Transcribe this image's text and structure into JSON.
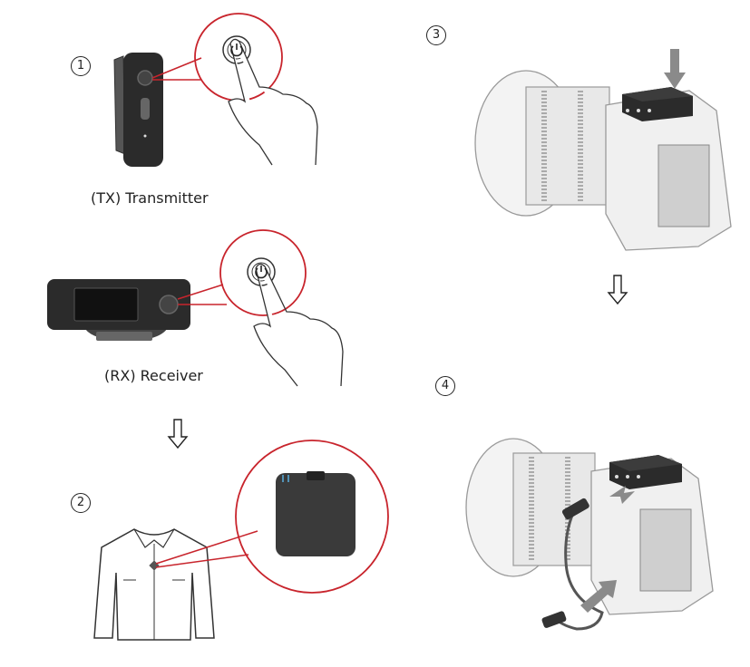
{
  "steps": [
    {
      "number": "1"
    },
    {
      "number": "2"
    },
    {
      "number": "3"
    },
    {
      "number": "4"
    }
  ],
  "captions": {
    "transmitter": "(TX) Transmitter",
    "receiver": "(RX) Receiver"
  },
  "colors": {
    "accent_red": "#c8242c",
    "device_dark": "#2b2b2b",
    "line_gray": "#888888",
    "camera_gray": "#9a9a9a"
  },
  "icons": [
    "power-icon",
    "down-arrow-icon",
    "push-arrow-icon"
  ]
}
